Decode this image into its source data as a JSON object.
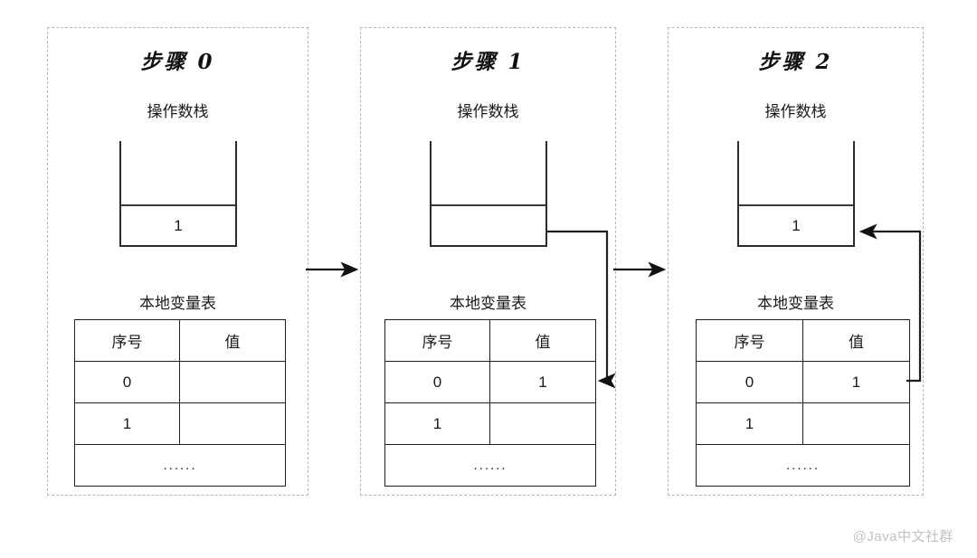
{
  "watermark": "@Java中文社群",
  "colors": {
    "panel_border": "#b5b5b5",
    "stroke": "#1f1f1f",
    "stack_stroke": "#2b2b2b",
    "text": "#1a1a1a",
    "watermark": "#c2c2c2",
    "background": "#ffffff"
  },
  "labels": {
    "operand_stack": "操作数栈",
    "local_variable_table": "本地变量表",
    "col_index": "序号",
    "col_value": "值",
    "ellipsis": "......"
  },
  "steps": [
    {
      "title": "步骤 0",
      "stack_label": "操作数栈",
      "stack_slot_value": "1",
      "table_label": "本地变量表",
      "table_headers": [
        "序号",
        "值"
      ],
      "table_rows": [
        {
          "index": "0",
          "value": ""
        },
        {
          "index": "1",
          "value": ""
        }
      ],
      "table_footer": "......"
    },
    {
      "title": "步骤 1",
      "stack_label": "操作数栈",
      "stack_slot_value": "",
      "table_label": "本地变量表",
      "table_headers": [
        "序号",
        "值"
      ],
      "table_rows": [
        {
          "index": "0",
          "value": "1"
        },
        {
          "index": "1",
          "value": ""
        }
      ],
      "table_footer": "......"
    },
    {
      "title": "步骤 2",
      "stack_label": "操作数栈",
      "stack_slot_value": "1",
      "table_label": "本地变量表",
      "table_headers": [
        "序号",
        "值"
      ],
      "table_rows": [
        {
          "index": "0",
          "value": "1"
        },
        {
          "index": "1",
          "value": ""
        }
      ],
      "table_footer": "......"
    }
  ]
}
